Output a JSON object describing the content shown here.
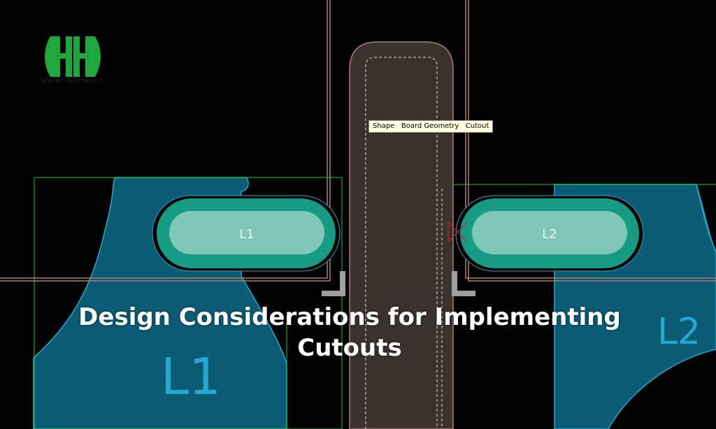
{
  "logo": {
    "icon": "hh-logo-icon",
    "tagline": "HONTEC ELECTRONIC",
    "color": "#1ea83c"
  },
  "tooltip": {
    "text": "Shape   Board Geometry   Cutout"
  },
  "pads": {
    "left_label": "L1",
    "right_label": "L2"
  },
  "planes": {
    "left_label": "L1",
    "right_label": "L2"
  },
  "headline": {
    "line1": "Design Considerations for Implementing",
    "line2": "Cutouts"
  },
  "colors": {
    "background": "#000000",
    "plane_fill": "#0b5b74",
    "plane_edge": "#23a9cf",
    "pad_fill": "#159c83",
    "pad_inner": "#7fc7b6",
    "cutout_fill": "#3a322d",
    "outline": "#b07f72",
    "select_box": "#22cc22",
    "marker": "#cc2222",
    "tooltip_bg": "#ffffe1"
  }
}
